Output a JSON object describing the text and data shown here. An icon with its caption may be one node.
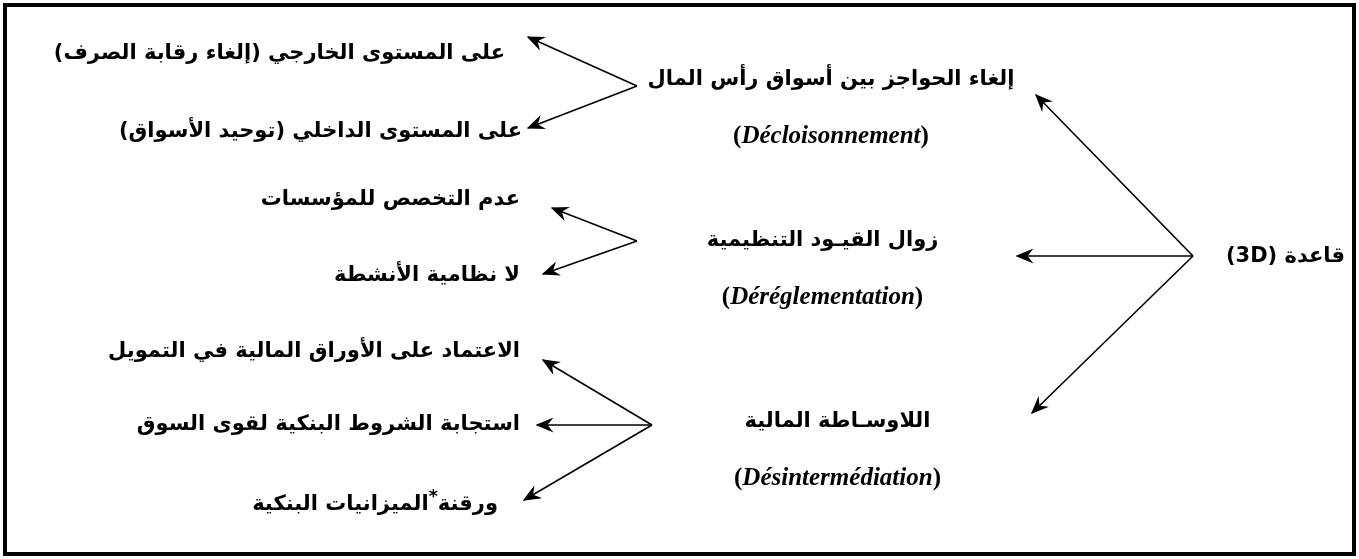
{
  "diagram": {
    "nodes": [
      {
        "text": [
          "قاعدة (3D)"
        ]
      },
      {
        "text": [
          "إلغاء الحواجز بين أسواق رأس المال",
          "(*Décloisonnement*)"
        ]
      },
      {
        "text": [
          "زوال القيـود التنظيمية",
          "(*Déréglementation*)"
        ]
      },
      {
        "text": [
          "اللاوسـاطة المالية",
          "(*Désintermédiation*)"
        ]
      },
      {
        "text": [
          "على المستوى الخارجي (إلغاء رقابة الصرف)"
        ]
      },
      {
        "text": [
          "على المستوى الداخلي (توحيد الأسواق)"
        ]
      },
      {
        "text": [
          "عدم التخصص للمؤسسات"
        ]
      },
      {
        "text": [
          "لا نظامية الأنشطة"
        ]
      },
      {
        "text": [
          "الاعتماد على الأوراق المالية في التمويل"
        ]
      },
      {
        "text": [
          "استجابة الشروط البنكية لقوى السوق"
        ]
      },
      {
        "text": [
          "ورقنة$^{*}$الميزانيات البنكية"
        ]
      }
    ],
    "edges": [
      {
        "from": 0,
        "to": 1,
        "arrow": "to"
      },
      {
        "from": 0,
        "to": 2,
        "arrow": "to"
      },
      {
        "from": 0,
        "to": 3,
        "arrow": "to"
      },
      {
        "from": 1,
        "to": 4,
        "arrow": "to"
      },
      {
        "from": 1,
        "to": 5,
        "arrow": "to"
      },
      {
        "from": 2,
        "to": 6,
        "arrow": "to"
      },
      {
        "from": 2,
        "to": 7,
        "arrow": "to"
      },
      {
        "from": 3,
        "to": 8,
        "arrow": "to"
      },
      {
        "from": 3,
        "to": 9,
        "arrow": "to"
      },
      {
        "from": 3,
        "to": 10,
        "arrow": "to"
      }
    ]
  }
}
